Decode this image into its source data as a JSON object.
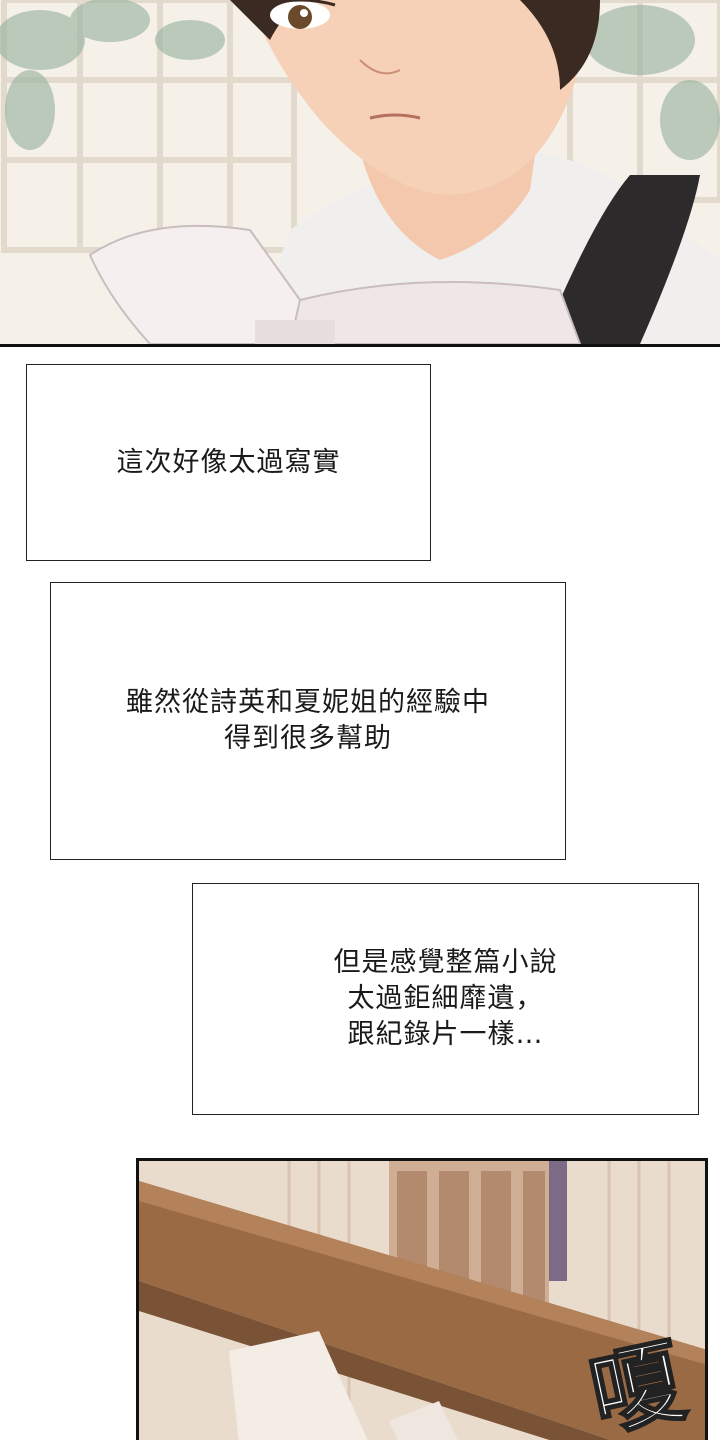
{
  "panels": {
    "top": {
      "scene": "boy-reading-book-by-window"
    },
    "bottom": {
      "scene": "wooden-shelf-with-books",
      "sfx": "嗄"
    }
  },
  "captions": [
    {
      "lines": [
        "這次好像太過寫實"
      ]
    },
    {
      "lines": [
        "雖然從詩英和夏妮姐的經驗中",
        "得到很多幫助"
      ]
    },
    {
      "lines": [
        "但是感覺整篇小說",
        "太過鉅細靡遺，",
        "跟紀錄片一樣…"
      ]
    }
  ],
  "colors": {
    "window_light": "#f6f1e8",
    "foliage": "#9bb4a3",
    "skin": "#f3c8ac",
    "hair": "#3a2a22",
    "shirt": "#f1eeee",
    "strap": "#2d2a2c",
    "wood": "#9a6a45"
  }
}
